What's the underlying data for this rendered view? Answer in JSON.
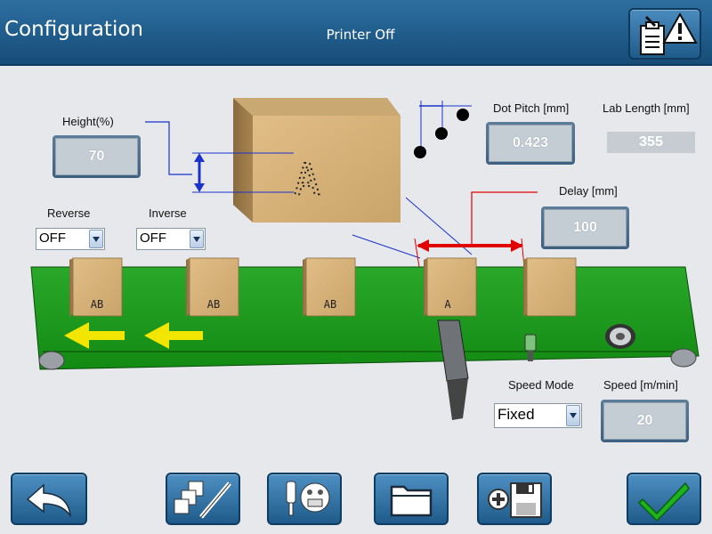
{
  "header": {
    "title": "Configuration",
    "status": "Printer Off"
  },
  "height": {
    "label": "Height(%)",
    "value": "70"
  },
  "dot_pitch": {
    "label": "Dot Pitch [mm]",
    "value": "0.423"
  },
  "lab_length": {
    "label": "Lab Length [mm]",
    "value": "355"
  },
  "delay": {
    "label": "Delay [mm]",
    "value": "100"
  },
  "reverse": {
    "label": "Reverse",
    "value": "OFF"
  },
  "inverse": {
    "label": "Inverse",
    "value": "OFF"
  },
  "speed_mode": {
    "label": "Speed Mode",
    "value": "Fixed"
  },
  "speed": {
    "label": "Speed [m/min]",
    "value": "20"
  },
  "preview": {
    "big_box_text": "A",
    "box_texts": [
      "AB",
      "AB",
      "AB",
      "A"
    ]
  },
  "colors": {
    "header": "#1f5c8c",
    "conveyor": "#1f9e1f",
    "arrow": "#f2e600",
    "delay_marker": "#e00000",
    "dimension_line": "#1a33cc",
    "accept": "#1db31d"
  },
  "icons": {
    "alarm": "alarm-warning-icon",
    "back": "back-arrow-icon",
    "edit": "edit-message-icon",
    "printhead": "printhead-icon",
    "folder": "folder-icon",
    "save": "save-icon",
    "accept": "checkmark-icon"
  }
}
